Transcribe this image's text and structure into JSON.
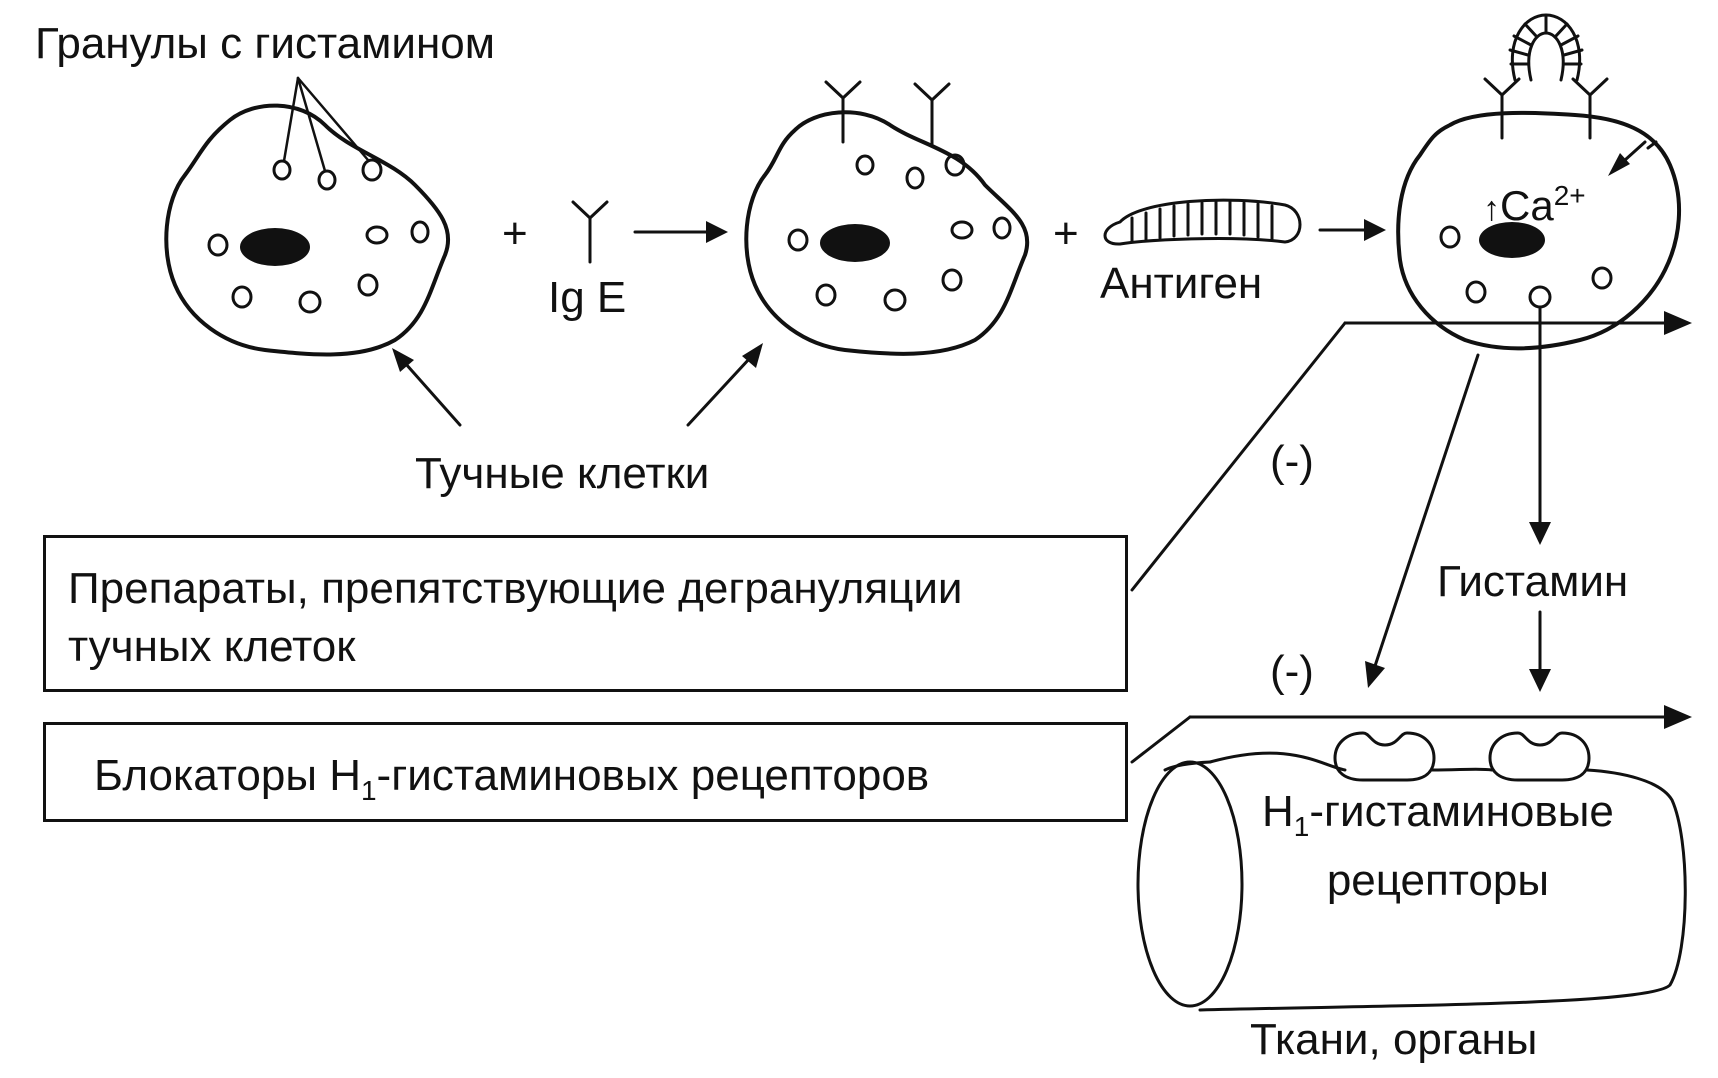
{
  "labels": {
    "granules": "Гранулы с гистамином",
    "plus": "+",
    "ige_1": "Ig E",
    "antigen": "Антиген",
    "ca_arrow": "↑",
    "ca": "Ca",
    "ca_sup": "2+",
    "mast_cells": "Тучные клетки",
    "minus": "(-)",
    "histamine": "Гистамин",
    "h": "H",
    "sub_1": "1",
    "receptors_rest": "-гистаминовые",
    "receptors_line2": "рецепторы",
    "tissues": "Ткани, органы"
  },
  "boxes": {
    "degranulation": {
      "line1": "Препараты, препятствующие дегрануляции",
      "line2": "тучных клеток"
    },
    "blockers": {
      "prefix": "Блокаторы H",
      "sub": "1",
      "suffix": "-гистаминовых рецепторов"
    }
  },
  "colors": {
    "ink": "#111111",
    "background": "#ffffff"
  }
}
